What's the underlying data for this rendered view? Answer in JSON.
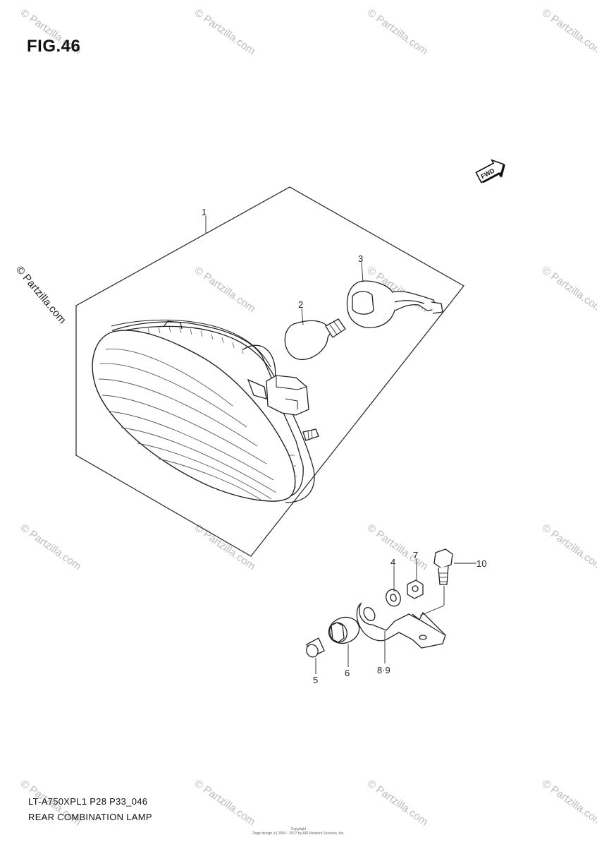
{
  "figure": {
    "title": "FIG.46"
  },
  "direction_badge": {
    "text": "FWD"
  },
  "callouts": {
    "c1": "1",
    "c2": "2",
    "c3": "3",
    "c4": "4",
    "c5": "5",
    "c6": "6",
    "c7": "7",
    "c89": "8·9",
    "c10": "10"
  },
  "footer": {
    "model_code": "LT-A750XPL1 P28 P33_046",
    "part_name": "REAR COMBINATION LAMP",
    "copyright_label": "Copyright",
    "copyright_line": "Page design (c) 2004 - 2017 by ARI Network Services, Inc."
  },
  "watermark": {
    "text": "© Partzilla.com"
  },
  "side_watermark": {
    "text": "© Partzilla.com"
  }
}
